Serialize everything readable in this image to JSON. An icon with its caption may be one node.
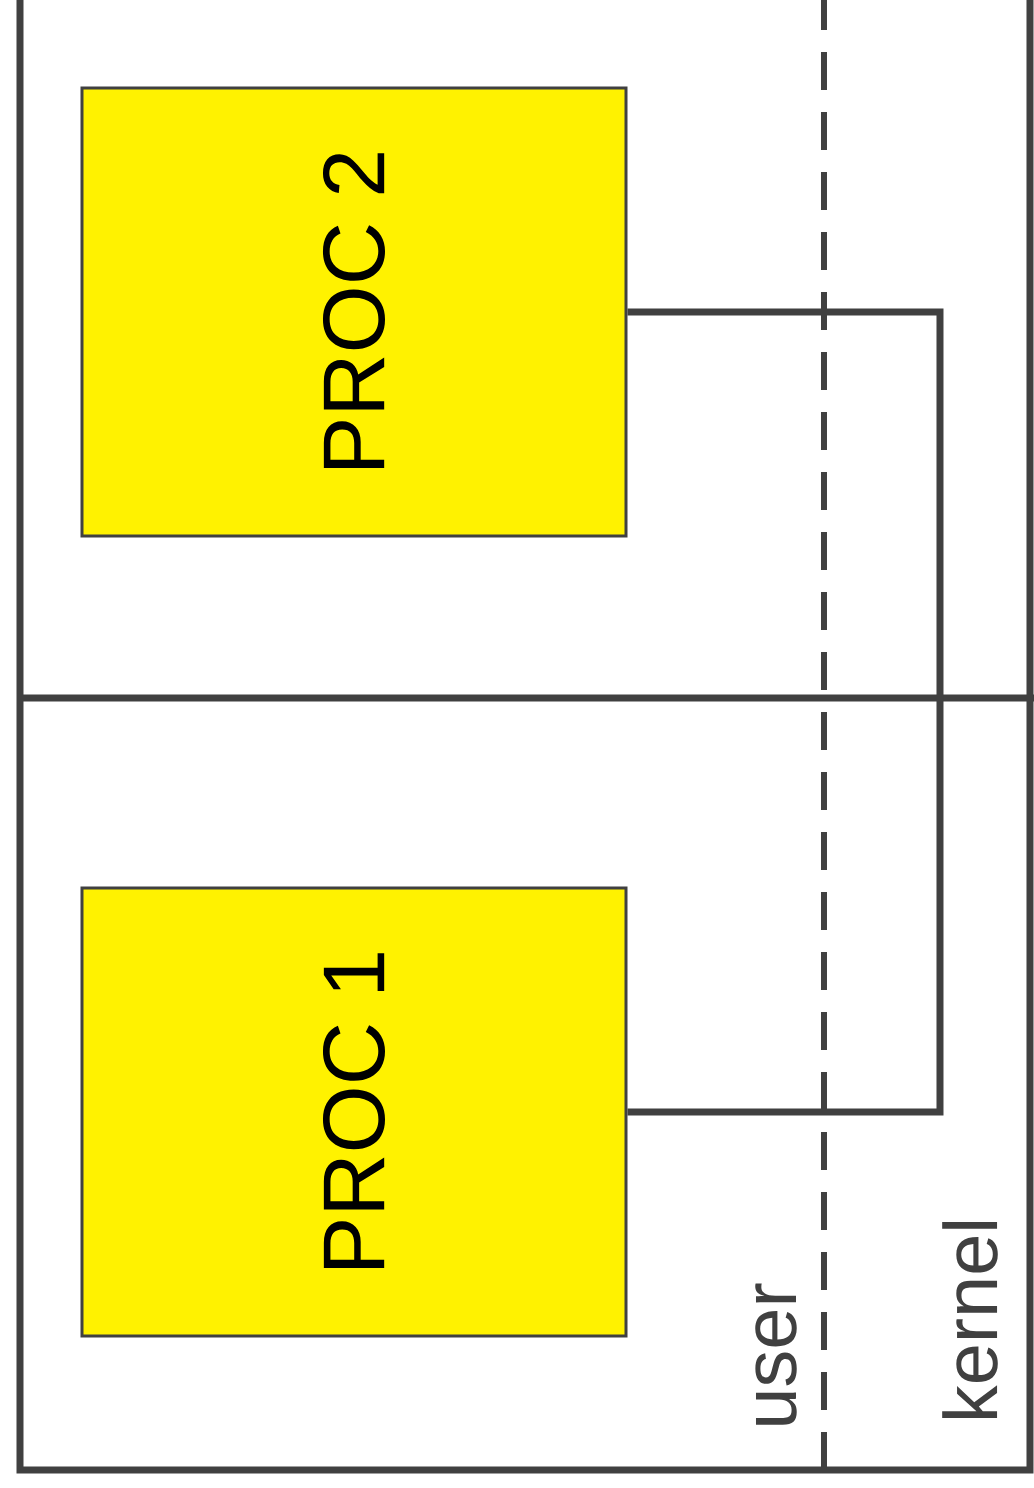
{
  "diagram": {
    "nodes": [
      {
        "text": [
          "PROC 1"
        ]
      },
      {
        "text": [
          "PROC 2"
        ]
      }
    ],
    "edges": [
      {
        "from": 0,
        "to": 1,
        "arrow": "none"
      }
    ],
    "labels": [
      "user",
      "kernel"
    ]
  }
}
